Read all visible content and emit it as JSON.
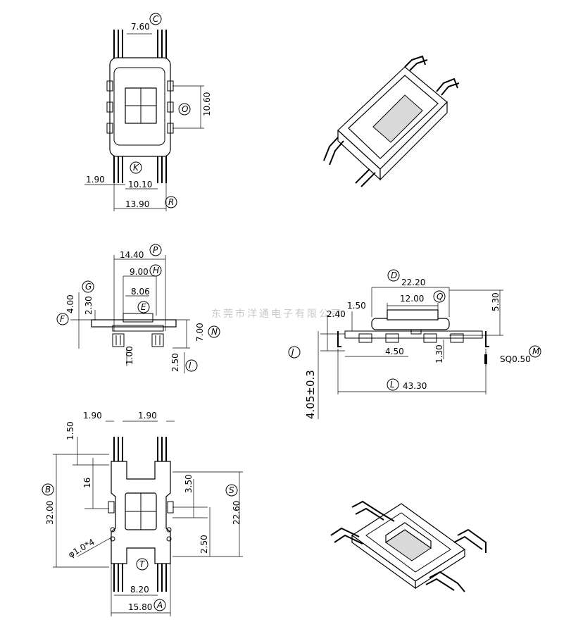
{
  "watermark": "东莞市洋通电子有限公司",
  "top_view": {
    "dims": {
      "d760": "7.60",
      "d1060": "10.60",
      "d190": "1.90",
      "d1010": "10.10",
      "d1390": "13.90"
    },
    "labels": {
      "c": "C",
      "o": "O",
      "k": "K",
      "r": "R"
    }
  },
  "side_view": {
    "dims": {
      "d1440": "14.40",
      "d900": "9.00",
      "d806": "8.06",
      "d400": "4.00",
      "d230": "2.30",
      "d700": "7.00",
      "d100": "1.00",
      "d250": "2.50"
    },
    "labels": {
      "p": "P",
      "h": "H",
      "g": "G",
      "e": "E",
      "f": "F",
      "n": "N",
      "i": "I"
    }
  },
  "front_view": {
    "dims": {
      "d2220": "22.20",
      "d1200": "12.00",
      "d240": "2.40",
      "d150": "1.50",
      "d530": "5.30",
      "d450": "4.50",
      "d130": "1.30",
      "sq050": "SQ0.50",
      "d4330": "43.30",
      "d405": "4.05±0.3"
    },
    "labels": {
      "d": "D",
      "q": "Q",
      "j": "J",
      "m": "M",
      "l": "L"
    }
  },
  "bottom_view": {
    "dims": {
      "d190a": "1.90",
      "d190b": "1.90",
      "d150": "1.50",
      "d16": "16",
      "d3200": "32.00",
      "d350": "3.50",
      "d2260": "22.60",
      "d250": "2.50",
      "hole": "φ1.0*4",
      "d820": "8.20",
      "d1580": "15.80"
    },
    "labels": {
      "b": "B",
      "s": "S",
      "t": "T",
      "a": "A"
    }
  }
}
